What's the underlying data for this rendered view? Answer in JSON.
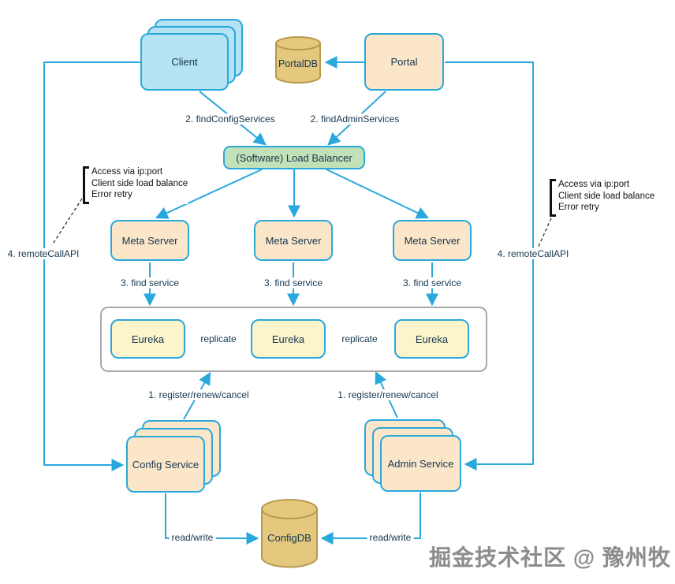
{
  "colors": {
    "arrow": "#29a8dc",
    "client_fill": "#b5e3f3",
    "service_fill": "#fce6c9",
    "eureka_fill": "#fcf4cb",
    "balancer_fill": "#c3e1b8",
    "db_fill": "#e3c87e",
    "db_stroke": "#b9984e",
    "cluster_border": "#a9a9a9",
    "label_text": "#15374f",
    "annotation_text": "#111111",
    "watermark_text": "#8c8c8c"
  },
  "nodes": {
    "client": "Client",
    "portal_db": "PortalDB",
    "portal": "Portal",
    "load_balancer": "(Software) Load Balancer",
    "meta_server": [
      "Meta Server",
      "Meta Server",
      "Meta Server"
    ],
    "eureka": [
      "Eureka",
      "Eureka",
      "Eureka"
    ],
    "config_service": "Config Service",
    "admin_service": "Admin Service",
    "config_db": "ConfigDB"
  },
  "edges": {
    "find_config_services": "2. findConfigServices",
    "find_admin_services": "2. findAdminServices",
    "find_service": [
      "3. find service",
      "3. find service",
      "3. find service"
    ],
    "replicate": [
      "replicate",
      "replicate"
    ],
    "register_renew_cancel": [
      "1. register/renew/cancel",
      "1. register/renew/cancel"
    ],
    "read_write": [
      "read/write",
      "read/write"
    ],
    "remote_call_api": [
      "4. remoteCallAPI",
      "4. remoteCallAPI"
    ]
  },
  "annotations": {
    "left": {
      "lines": [
        "Access via ip:port",
        "Client side load balance",
        "Error retry"
      ]
    },
    "right": {
      "lines": [
        "Access via ip:port",
        "Client side load balance",
        "Error retry"
      ]
    }
  },
  "watermark": "掘金技术社区 @ 豫州牧"
}
